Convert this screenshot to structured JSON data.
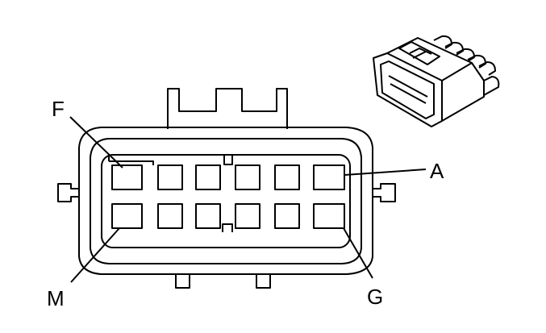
{
  "pins": {
    "f": "F",
    "a": "A",
    "m": "M",
    "g": "G"
  },
  "colors": {
    "stroke": "#000000",
    "background": "#ffffff"
  }
}
